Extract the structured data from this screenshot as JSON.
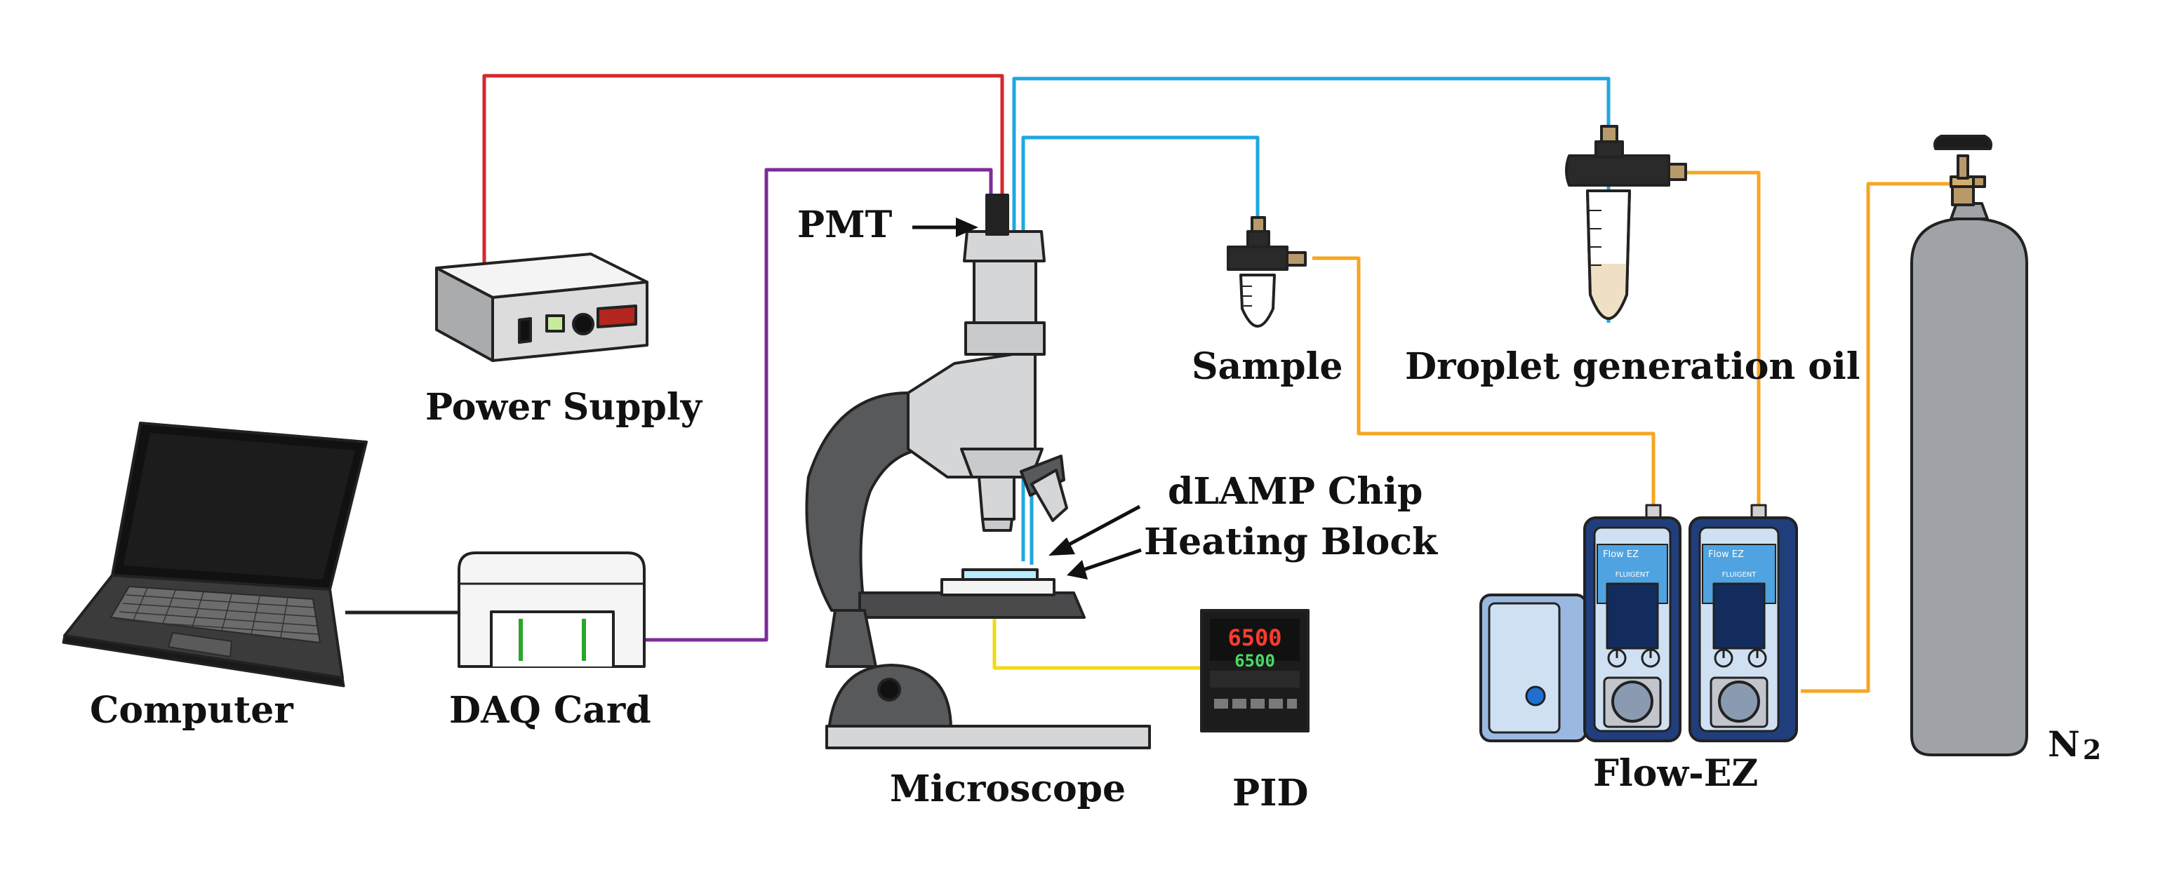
{
  "labels": {
    "pmt": "PMT",
    "power_supply": "Power Supply",
    "computer": "Computer",
    "daq_card": "DAQ Card",
    "microscope": "Microscope",
    "dlamp_chip": "dLAMP Chip",
    "heating_block": "Heating Block",
    "pid": "PID",
    "sample": "Sample",
    "droplet_oil": "Droplet generation oil",
    "flow_ez": "Flow-EZ",
    "n2_base": "N",
    "n2_sub": "2"
  },
  "pid_display": {
    "top_value": "6500",
    "bottom_value": "6500"
  },
  "flow_ez_screen": {
    "brand": "FLUIGENT",
    "title": "Flow EZ"
  },
  "colors": {
    "power_wire": "#d7262b",
    "signal_wire": "#7b2c97",
    "flow_tube": "#1fa7e0",
    "pressure_tube": "#f5a623",
    "thermo_wire": "#f2da14",
    "daq_wire": "#222222",
    "controller_body": "#203e7c",
    "controller_face": "#cfe0f3",
    "cylinder": "#9fa2a6",
    "microscope_dark": "#58595b",
    "microscope_light": "#d4d6d8"
  }
}
